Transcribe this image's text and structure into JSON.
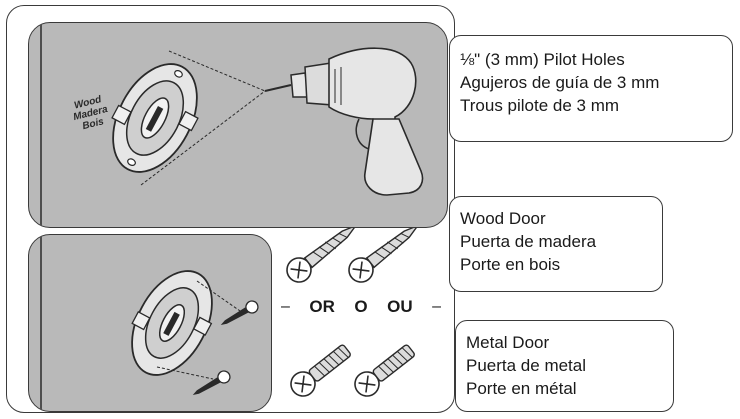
{
  "illustration": {
    "wood_label_lines": [
      "Wood",
      "Madera",
      "Bois"
    ],
    "separator": {
      "left": "OR",
      "middle": "O",
      "right": "OU"
    }
  },
  "callouts": {
    "pilot_holes": [
      "⅛\" (3 mm) Pilot Holes",
      "Agujeros de guía de 3 mm",
      "Trous pilote de 3 mm"
    ],
    "wood_door": [
      "Wood Door",
      "Puerta de madera",
      "Porte en bois"
    ],
    "metal_door": [
      "Metal Door",
      "Puerta de metal",
      "Porte en métal"
    ]
  },
  "colors": {
    "panel_gray": "#b9b9b9",
    "line": "#2a2a2a",
    "tool_fill": "#e6e6e6"
  },
  "icons": [
    "drill-icon",
    "door-strike-plate-icon",
    "wood-screw-icon",
    "machine-screw-icon"
  ]
}
